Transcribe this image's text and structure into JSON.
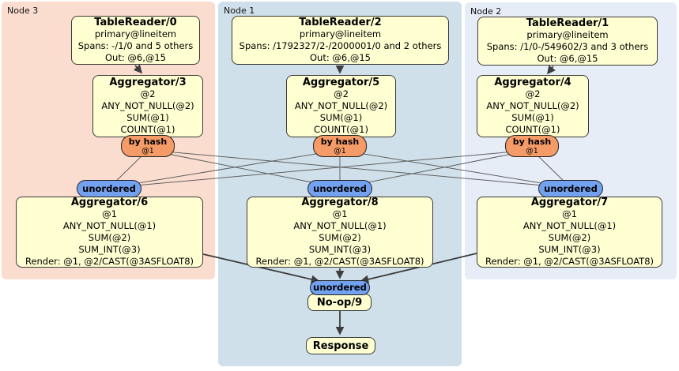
{
  "colors": {
    "node3_bg": "#fbddd0",
    "node1_bg": "#cfe0ea",
    "node2_bg": "#e6edf7",
    "processor_fill": "#ffffd2",
    "processor_border": "#3a3a3a",
    "hash_router_fill": "#f59b68",
    "sync_fill": "#72a1f0",
    "edge_color": "#606060",
    "arrow_color": "#3d3d3d"
  },
  "nodes": [
    {
      "label": "Node 3",
      "table_reader": {
        "title": "TableReader/0",
        "lines": [
          "primary@lineitem",
          "Spans: -/1/0 and 5 others",
          "Out: @6,@15"
        ]
      },
      "stage1_aggregator": {
        "title": "Aggregator/3",
        "lines": [
          "@2",
          "ANY_NOT_NULL(@2)",
          "SUM(@1)",
          "COUNT(@1)"
        ]
      },
      "hash_router": {
        "label": "by hash",
        "sublabel": "@1"
      },
      "sync": {
        "label": "unordered"
      },
      "stage2_aggregator": {
        "title": "Aggregator/6",
        "lines": [
          "@1",
          "ANY_NOT_NULL(@1)",
          "SUM(@2)",
          "SUM_INT(@3)",
          "Render: @1, @2/CAST(@3ASFLOAT8)"
        ]
      }
    },
    {
      "label": "Node 1",
      "table_reader": {
        "title": "TableReader/2",
        "lines": [
          "primary@lineitem",
          "Spans: /1792327/2-/2000001/0 and 2 others",
          "Out: @6,@15"
        ]
      },
      "stage1_aggregator": {
        "title": "Aggregator/5",
        "lines": [
          "@2",
          "ANY_NOT_NULL(@2)",
          "SUM(@1)",
          "COUNT(@1)"
        ]
      },
      "hash_router": {
        "label": "by hash",
        "sublabel": "@1"
      },
      "sync": {
        "label": "unordered"
      },
      "stage2_aggregator": {
        "title": "Aggregator/8",
        "lines": [
          "@1",
          "ANY_NOT_NULL(@1)",
          "SUM(@2)",
          "SUM_INT(@3)",
          "Render: @1, @2/CAST(@3ASFLOAT8)"
        ]
      }
    },
    {
      "label": "Node 2",
      "table_reader": {
        "title": "TableReader/1",
        "lines": [
          "primary@lineitem",
          "Spans: /1/0-/549602/3 and 3 others",
          "Out: @6,@15"
        ]
      },
      "stage1_aggregator": {
        "title": "Aggregator/4",
        "lines": [
          "@2",
          "ANY_NOT_NULL(@2)",
          "SUM(@1)",
          "COUNT(@1)"
        ]
      },
      "hash_router": {
        "label": "by hash",
        "sublabel": "@1"
      },
      "sync": {
        "label": "unordered"
      },
      "stage2_aggregator": {
        "title": "Aggregator/7",
        "lines": [
          "@1",
          "ANY_NOT_NULL(@1)",
          "SUM(@2)",
          "SUM_INT(@3)",
          "Render: @1, @2/CAST(@3ASFLOAT8)"
        ]
      }
    }
  ],
  "output": {
    "sync": {
      "label": "unordered"
    },
    "noop": {
      "title": "No-op/9"
    },
    "response": {
      "title": "Response"
    }
  }
}
